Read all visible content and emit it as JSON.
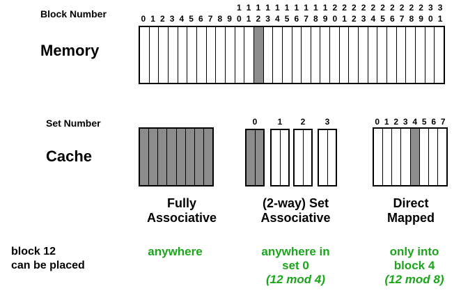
{
  "labels": {
    "block_number": "Block Number",
    "memory": "Memory",
    "set_number": "Set Number",
    "cache": "Cache"
  },
  "memory": {
    "tens_row": [
      "",
      "",
      "",
      "",
      "",
      "",
      "",
      "",
      "",
      "",
      "1",
      "1",
      "1",
      "1",
      "1",
      "1",
      "1",
      "1",
      "1",
      "1",
      "2",
      "2",
      "2",
      "2",
      "2",
      "2",
      "2",
      "2",
      "2",
      "2",
      "3",
      "3"
    ],
    "ones_row": [
      "0",
      "1",
      "2",
      "3",
      "4",
      "5",
      "6",
      "7",
      "8",
      "9",
      "0",
      "1",
      "2",
      "3",
      "4",
      "5",
      "6",
      "7",
      "8",
      "9",
      "0",
      "1",
      "2",
      "3",
      "4",
      "5",
      "6",
      "7",
      "8",
      "9",
      "0",
      "1"
    ],
    "highlighted_block": 12,
    "block_count": 32
  },
  "set_assoc_sets": [
    "0",
    "1",
    "2",
    "3"
  ],
  "direct_blocks": [
    "0",
    "1",
    "2",
    "3",
    "4",
    "5",
    "6",
    "7"
  ],
  "captions": {
    "fully_line1": "Fully",
    "fully_line2": "Associative",
    "set_line1": "(2-way) Set",
    "set_line2": "Associative",
    "direct_line1": "Direct",
    "direct_line2": "Mapped"
  },
  "placement": {
    "question_line1": "block 12",
    "question_line2": "can be placed",
    "fully": "anywhere",
    "set_line1": "anywhere in",
    "set_line2": "set 0",
    "set_line3": "(12 mod 4)",
    "direct_line1": "only into",
    "direct_line2": "block 4",
    "direct_line3": "(12 mod 8)"
  },
  "colors": {
    "highlight": "#8c8c8c",
    "answer_text": "#1aa51a"
  }
}
